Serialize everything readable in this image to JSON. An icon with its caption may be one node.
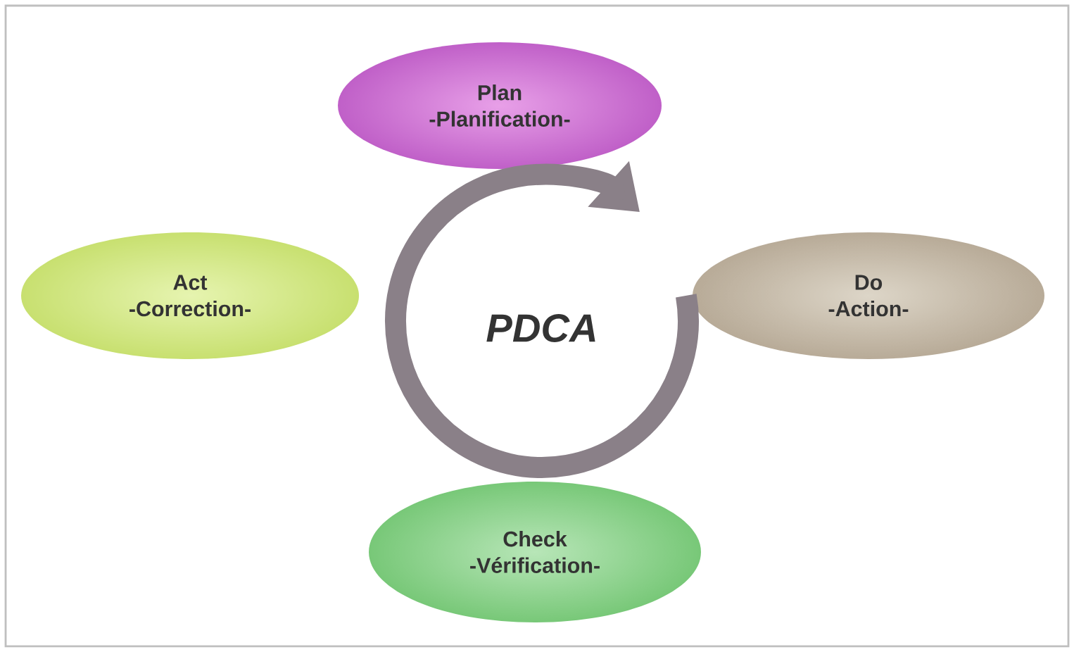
{
  "diagram": {
    "nodes": [
      {
        "text": [
          "Plan",
          "-Planification-"
        ]
      },
      {
        "text": [
          "Act",
          "-Correction-"
        ]
      },
      {
        "text": [
          "Do",
          "-Action-"
        ]
      },
      {
        "text": [
          "Check",
          "-Vérification-"
        ]
      }
    ],
    "labels": [
      "PDCA"
    ]
  }
}
